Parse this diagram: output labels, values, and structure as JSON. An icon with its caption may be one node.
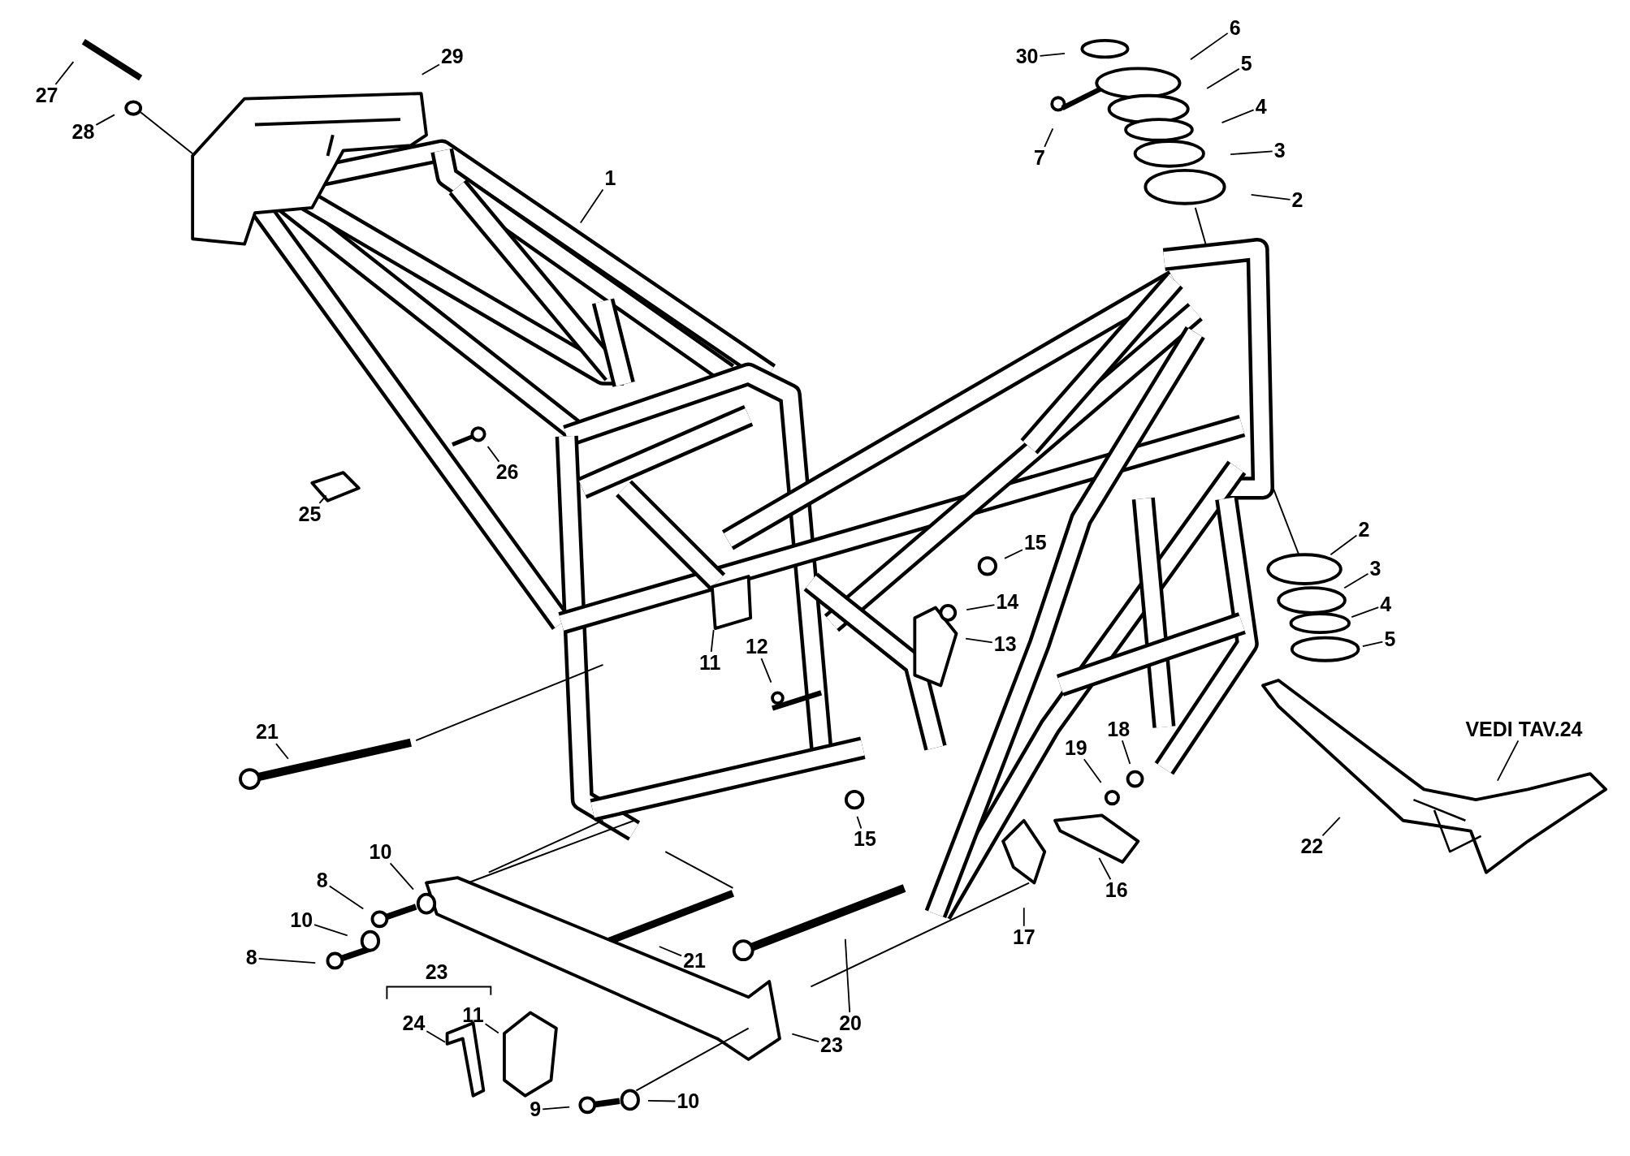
{
  "diagram": {
    "nodes": [
      {
        "text": [
          "27"
        ]
      },
      {
        "text": [
          "28"
        ]
      },
      {
        "text": [
          "29"
        ]
      },
      {
        "text": [
          "30"
        ]
      },
      {
        "text": [
          "6"
        ]
      },
      {
        "text": [
          "5"
        ]
      },
      {
        "text": [
          "4"
        ]
      },
      {
        "text": [
          "3"
        ]
      },
      {
        "text": [
          "7"
        ]
      },
      {
        "text": [
          "1"
        ]
      },
      {
        "text": [
          "2"
        ]
      },
      {
        "text": [
          "26"
        ]
      },
      {
        "text": [
          "25"
        ]
      },
      {
        "text": [
          "2"
        ]
      },
      {
        "text": [
          "15"
        ]
      },
      {
        "text": [
          "3"
        ]
      },
      {
        "text": [
          "14"
        ]
      },
      {
        "text": [
          "4"
        ]
      },
      {
        "text": [
          "5"
        ]
      },
      {
        "text": [
          "13"
        ]
      },
      {
        "text": [
          "12"
        ]
      },
      {
        "text": [
          "11"
        ]
      },
      {
        "text": [
          "VEDI TAV.24"
        ]
      },
      {
        "text": [
          "18"
        ]
      },
      {
        "text": [
          "21"
        ]
      },
      {
        "text": [
          "19"
        ]
      },
      {
        "text": [
          "15"
        ]
      },
      {
        "text": [
          "22"
        ]
      },
      {
        "text": [
          "10"
        ]
      },
      {
        "text": [
          "8"
        ]
      },
      {
        "text": [
          "16"
        ]
      },
      {
        "text": [
          "10"
        ]
      },
      {
        "text": [
          "17"
        ]
      },
      {
        "text": [
          "8"
        ]
      },
      {
        "text": [
          "21"
        ]
      },
      {
        "text": [
          "24"
        ]
      },
      {
        "text": [
          "11"
        ]
      },
      {
        "text": [
          "20"
        ]
      },
      {
        "text": [
          "23"
        ]
      },
      {
        "text": [
          "10"
        ]
      },
      {
        "text": [
          "9"
        ]
      }
    ],
    "edges": [
      {
        "from": 0,
        "to": null,
        "arrow": "none"
      },
      {
        "from": 1,
        "to": null,
        "arrow": "none"
      },
      {
        "from": 2,
        "to": null,
        "arrow": "none"
      },
      {
        "from": 3,
        "to": null,
        "arrow": "none"
      },
      {
        "from": 4,
        "to": null,
        "arrow": "none"
      },
      {
        "from": 5,
        "to": null,
        "arrow": "none"
      },
      {
        "from": 6,
        "to": null,
        "arrow": "none"
      },
      {
        "from": 7,
        "to": null,
        "arrow": "none"
      },
      {
        "from": 8,
        "to": null,
        "arrow": "none"
      },
      {
        "from": 9,
        "to": null,
        "arrow": "none"
      },
      {
        "from": 10,
        "to": null,
        "arrow": "none"
      },
      {
        "from": 11,
        "to": null,
        "arrow": "none"
      },
      {
        "from": 12,
        "to": null,
        "arrow": "none"
      },
      {
        "from": 13,
        "to": null,
        "arrow": "none"
      },
      {
        "from": 14,
        "to": null,
        "arrow": "none"
      },
      {
        "from": 15,
        "to": null,
        "arrow": "none"
      },
      {
        "from": 16,
        "to": null,
        "arrow": "none"
      },
      {
        "from": 17,
        "to": null,
        "arrow": "none"
      },
      {
        "from": 18,
        "to": null,
        "arrow": "none"
      },
      {
        "from": 19,
        "to": null,
        "arrow": "none"
      },
      {
        "from": 20,
        "to": null,
        "arrow": "none"
      },
      {
        "from": 21,
        "to": null,
        "arrow": "none"
      },
      {
        "from": 22,
        "to": null,
        "arrow": "none"
      },
      {
        "from": 23,
        "to": null,
        "arrow": "none"
      },
      {
        "from": 24,
        "to": null,
        "arrow": "none"
      },
      {
        "from": 25,
        "to": null,
        "arrow": "none"
      },
      {
        "from": 26,
        "to": null,
        "arrow": "none"
      },
      {
        "from": 27,
        "to": null,
        "arrow": "none"
      },
      {
        "from": 28,
        "to": null,
        "arrow": "none"
      },
      {
        "from": 29,
        "to": null,
        "arrow": "none"
      },
      {
        "from": 30,
        "to": null,
        "arrow": "none"
      },
      {
        "from": 31,
        "to": null,
        "arrow": "none"
      },
      {
        "from": 32,
        "to": null,
        "arrow": "none"
      },
      {
        "from": 33,
        "to": null,
        "arrow": "none"
      },
      {
        "from": 34,
        "to": null,
        "arrow": "none"
      },
      {
        "from": 35,
        "to": null,
        "arrow": "none"
      },
      {
        "from": 36,
        "to": null,
        "arrow": "none"
      },
      {
        "from": 37,
        "to": null,
        "arrow": "none"
      },
      {
        "from": 38,
        "to": null,
        "arrow": "none"
      },
      {
        "from": 39,
        "to": null,
        "arrow": "none"
      },
      {
        "from": 40,
        "to": null,
        "arrow": "none"
      }
    ],
    "labels": [
      "23"
    ]
  }
}
